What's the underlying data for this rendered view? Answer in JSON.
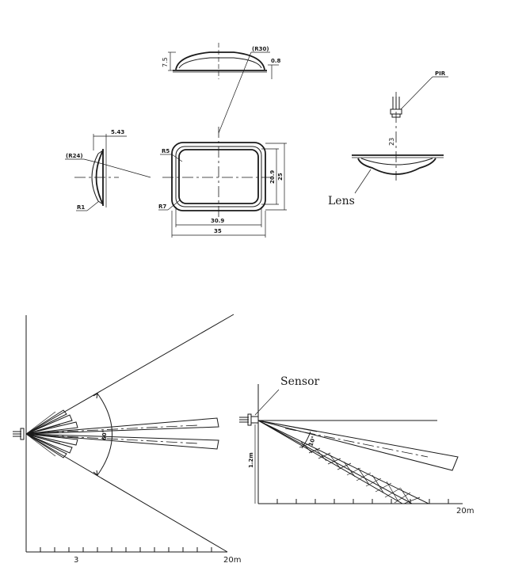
{
  "lens_drawing": {
    "top_view": {
      "height_dim": "7.5",
      "radius_label": "(R30)",
      "thickness_dim": "0.8"
    },
    "side_view": {
      "depth_dim": "5.43",
      "radius_label": "(R24)",
      "corner_label": "R1"
    },
    "front_view": {
      "inner_corner": "R5",
      "outer_corner": "R7",
      "inner_width": "30.9",
      "outer_width": "35",
      "inner_height": "20.9",
      "outer_height": "25"
    },
    "assembly_view": {
      "sensor_label": "PIR",
      "distance_dim": "23",
      "lens_label": "Lens"
    }
  },
  "coverage_top": {
    "angle_label": "60°",
    "x_tick_label": "3",
    "x_max_label": "20m"
  },
  "coverage_side": {
    "sensor_label": "Sensor",
    "height_label": "1.2m",
    "angle_label": "10°",
    "x_max_label": "20m"
  }
}
